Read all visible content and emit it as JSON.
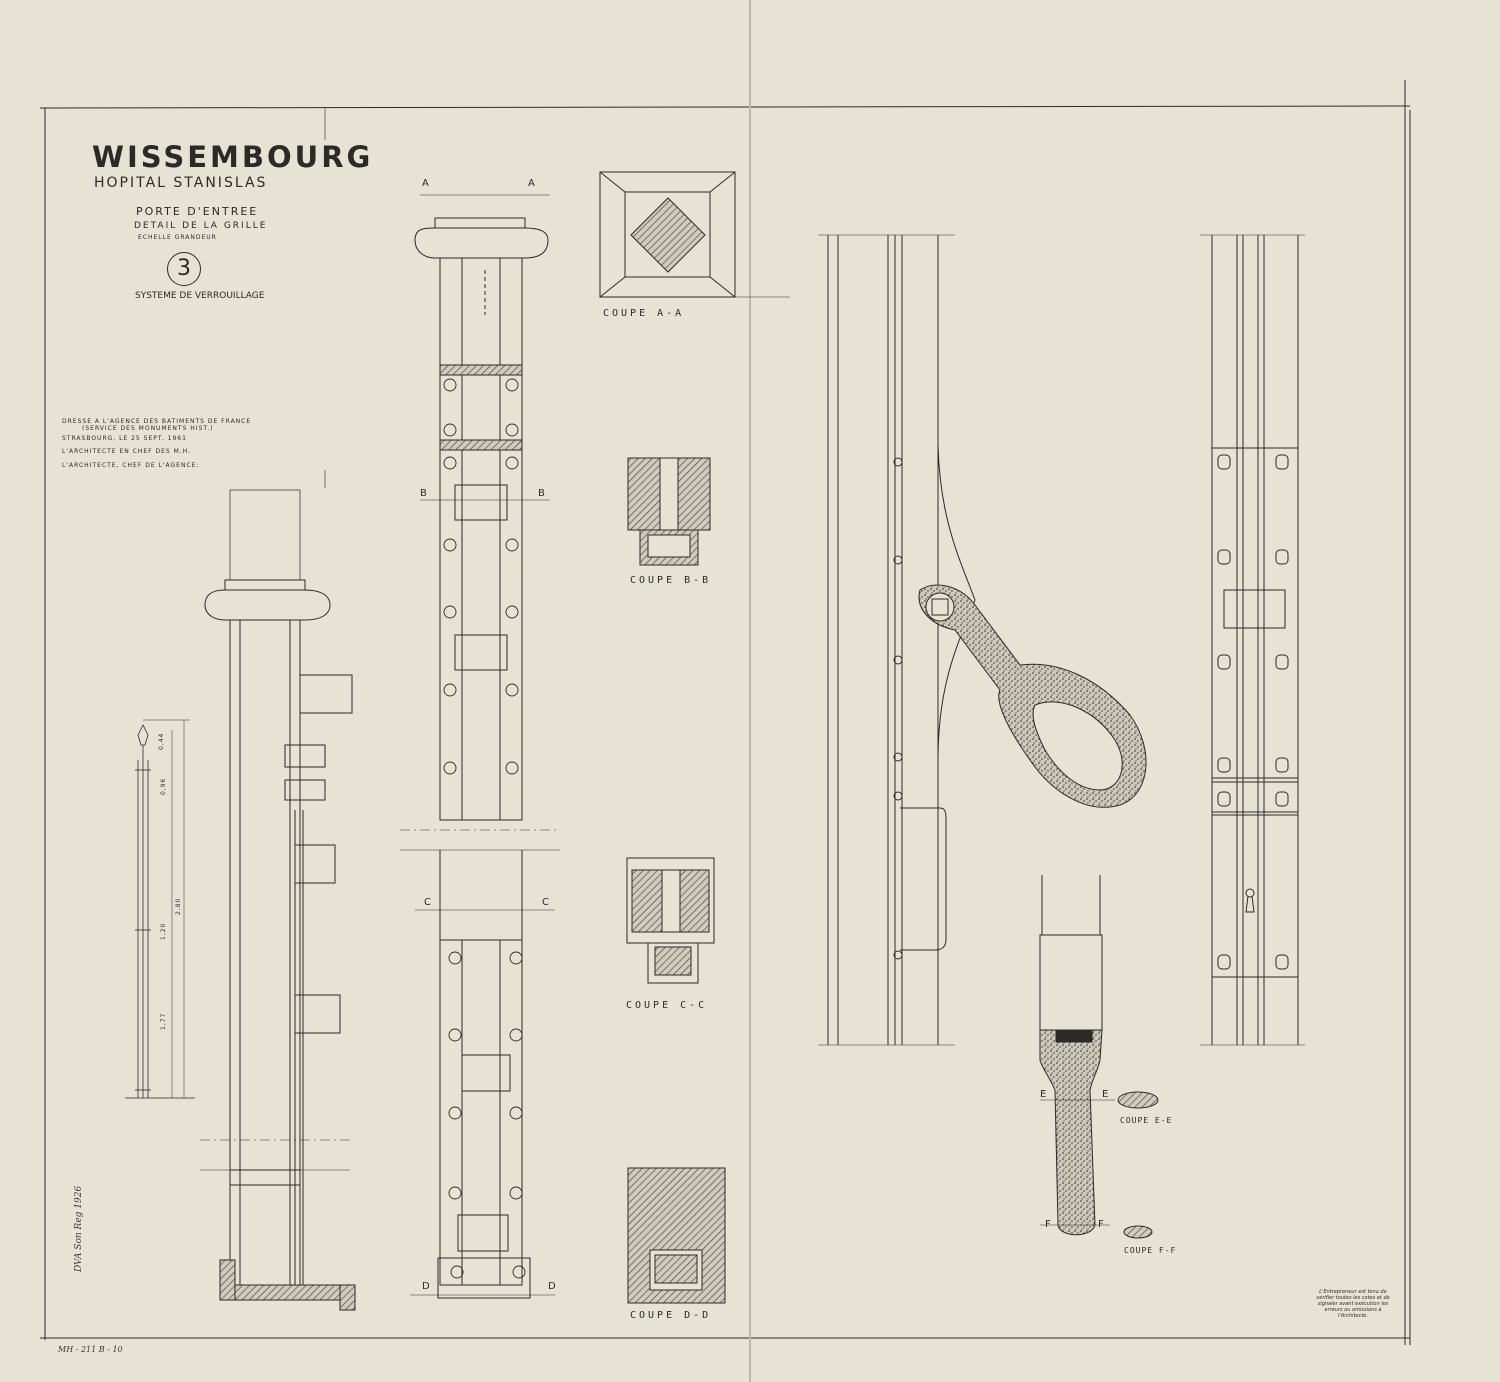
{
  "title_block": {
    "town": "WISSEMBOURG",
    "building": "HOPITAL STANISLAS",
    "subject": "PORTE D'ENTREE",
    "detail": "DETAIL DE LA GRILLE",
    "scale": "ECHELLE GRANDEUR",
    "sheet_number": "3",
    "system": "SYSTEME DE VERROUILLAGE"
  },
  "credits": {
    "line1": "DRESSE A L'AGENCE DES BATIMENTS DE FRANCE",
    "line2": "(SERVICE DES MONUMENTS HIST.)",
    "line3": "STRASBOURG, LE 25 SEPT. 1961",
    "line4": "L'ARCHITECTE EN CHEF DES M.H.",
    "line5": "L'ARCHITECTE, CHEF DE L'AGENCE:"
  },
  "sections": {
    "aa": "COUPE A-A",
    "bb": "COUPE B-B",
    "cc": "COUPE C-C",
    "dd": "COUPE D-D",
    "ee": "COUPE E-E",
    "ff": "COUPE F-F"
  },
  "cut_marks": {
    "a": "A",
    "b": "B",
    "c": "C",
    "d": "D",
    "e": "E",
    "f": "F"
  },
  "dimensions": {
    "d1": "0,44",
    "d2": "0,96",
    "d3": "2,80",
    "d4": "1,20",
    "d5": "1,77"
  },
  "contractor_note": "L'Entrepreneur est tenu de vérifier toutes les cotes et de signaler avant exécution les erreurs ou omissions à l'Architecte.",
  "margin_notes": {
    "stamp": "DVA Son Reg 1926",
    "archive_ref": "MH - 211 B - 10"
  },
  "colors": {
    "paper": "#e6e3d5",
    "ink": "#2b2a27"
  }
}
